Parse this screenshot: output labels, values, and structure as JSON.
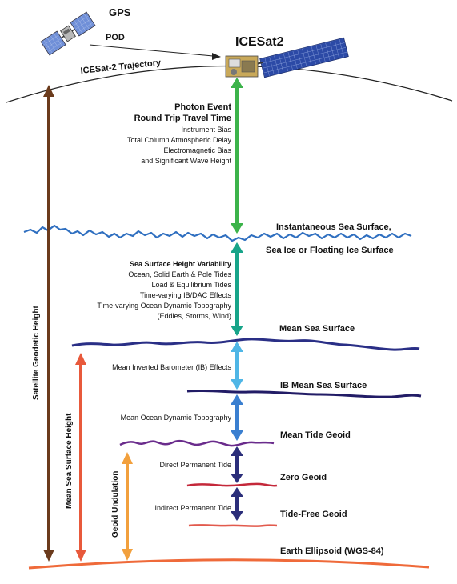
{
  "labels": {
    "gps": "GPS",
    "pod": "POD",
    "icesat2": "ICESat2",
    "trajectory": "ICESat-2 Trajectory",
    "photon_event": "Photon Event",
    "round_trip": "Round Trip Travel Time",
    "instrument_bias": "Instrument Bias",
    "atmos_delay": "Total Column Atmospheric Delay",
    "em_bias": "Electromagnetic Bias",
    "swh": "and Significant Wave Height",
    "inst_sea_surface_1": "Instantaneous Sea Surface,",
    "inst_sea_surface_2": "Sea Ice or Floating Ice Surface",
    "ssh_variability": "Sea Surface Height Variability",
    "tides": "Ocean, Solid Earth & Pole Tides",
    "load_tides": "Load & Equilibrium Tides",
    "ib_dac": "Time-varying IB/DAC Effects",
    "odt": "Time-varying Ocean Dynamic Topography",
    "eddies": "(Eddies, Storms, Wind)",
    "mean_sea_surface": "Mean Sea Surface",
    "mean_ib_effects": "Mean Inverted Barometer (IB) Effects",
    "ib_mean_sea_surface": "IB Mean Sea Surface",
    "mean_odt": "Mean Ocean Dynamic Topography",
    "mean_tide_geoid": "Mean Tide Geoid",
    "direct_permanent_tide": "Direct Permanent Tide",
    "zero_geoid": "Zero Geoid",
    "indirect_permanent_tide": "Indirect Permanent Tide",
    "tide_free_geoid": "Tide-Free Geoid",
    "ellipsoid": "Earth Ellipsoid (WGS-84)",
    "satellite_geodetic_height": "Satellite Geodetic Height",
    "mean_sea_surface_height": "Mean Sea Surface Height",
    "geoid_undulation": "Geoid Undulation"
  },
  "colors": {
    "green_arrow": "#3cb34a",
    "teal_arrow": "#17a489",
    "light_blue_arrow": "#4fb6e6",
    "mid_blue_arrow": "#3a7fd0",
    "navy_arrow": "#2b2e7a",
    "brown_arrow": "#6b3b1c",
    "red_arrow": "#e8593b",
    "orange_arrow": "#f2a03d",
    "inst_surface": "#2f6fc0",
    "mean_sea_surface": "#2a2f86",
    "ib_mean": "#221c66",
    "mean_tide_geoid": "#6a2c8c",
    "zero_geoid": "#c4283a",
    "tide_free_geoid": "#e25a4d",
    "ellipsoid": "#ef6a3a",
    "satellite_panel": "#2c4aa6"
  },
  "icons": {
    "gps_satellite": "gps-satellite-icon",
    "icesat2_satellite": "icesat2-satellite-icon"
  }
}
